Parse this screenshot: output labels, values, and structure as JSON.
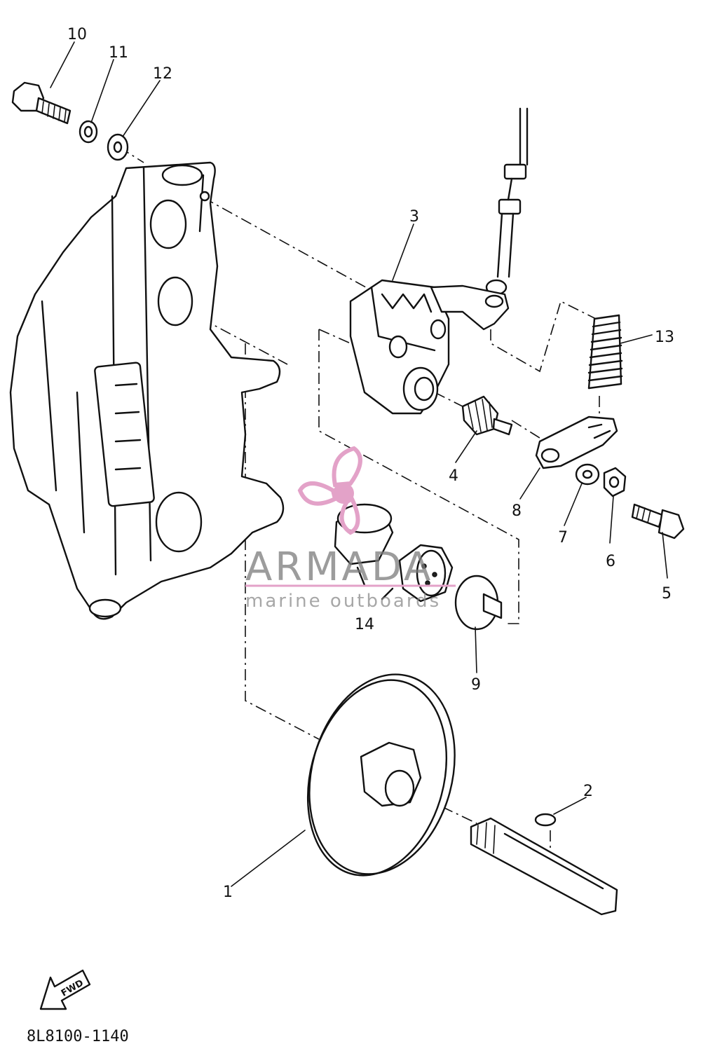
{
  "diagram": {
    "callouts": {
      "p1": "1",
      "p2": "2",
      "p3": "3",
      "p4": "4",
      "p5": "5",
      "p6": "6",
      "p7": "7",
      "p8": "8",
      "p9": "9",
      "p10": "10",
      "p11": "11",
      "p12": "12",
      "p13": "13",
      "p14": "14"
    },
    "direction_label": "FWD",
    "drawing_code": "8L8100-1140"
  },
  "watermark": {
    "brand": "ARMADA",
    "tagline": "marine outboards",
    "logo_icon": "propeller-logo-icon",
    "color": "#e3a2c8"
  }
}
